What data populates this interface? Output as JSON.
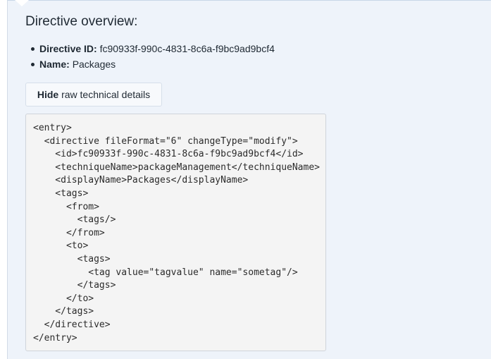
{
  "overview": {
    "title": "Directive overview:",
    "properties": [
      {
        "key": "Directive ID:",
        "value": "fc90933f-990c-4831-8c6a-f9bc9ad9bcf4"
      },
      {
        "key": "Name:",
        "value": "Packages"
      }
    ]
  },
  "toggle_button": {
    "bold_label": "Hide",
    "label": " raw technical details"
  },
  "raw_details": {
    "lines": [
      "<entry>",
      "  <directive fileFormat=\"6\" changeType=\"modify\">",
      "    <id>fc90933f-990c-4831-8c6a-f9bc9ad9bcf4</id>",
      "    <techniqueName>packageManagement</techniqueName>",
      "    <displayName>Packages</displayName>",
      "    <tags>",
      "      <from>",
      "        <tags/>",
      "      </from>",
      "      <to>",
      "        <tags>",
      "          <tag value=\"tagvalue\" name=\"sometag\"/>",
      "        </tags>",
      "      </to>",
      "    </tags>",
      "  </directive>",
      "</entry>"
    ]
  }
}
